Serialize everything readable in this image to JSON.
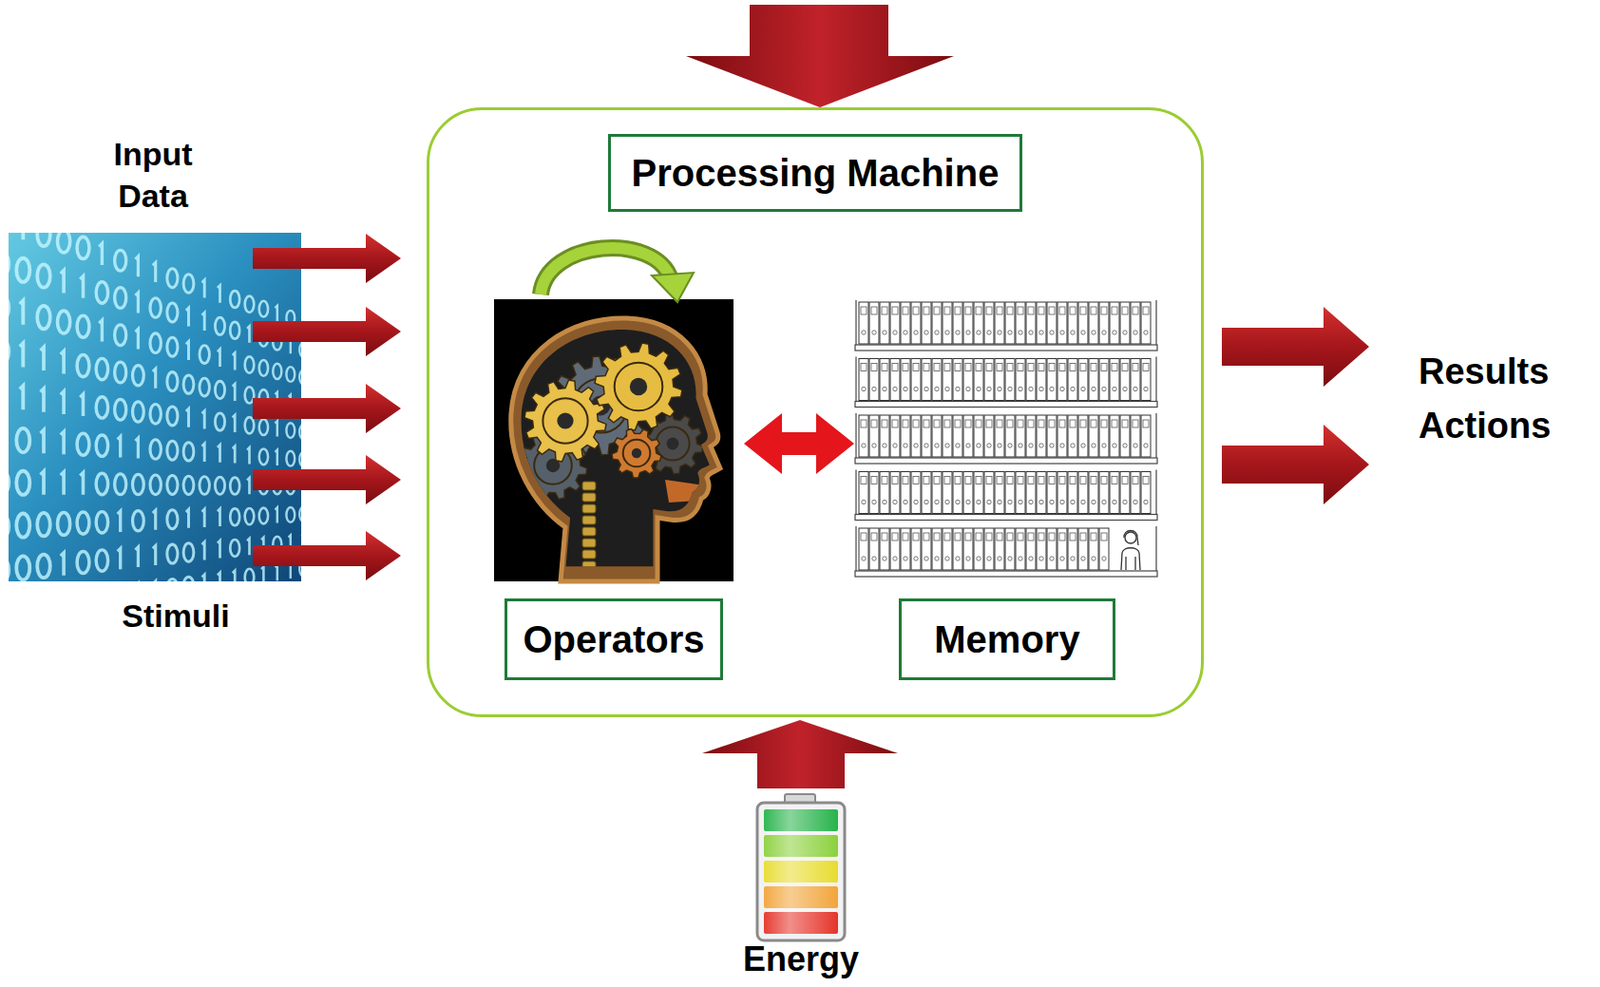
{
  "diagram": {
    "nodes": [
      {
        "text": [
          "Processing Machine"
        ]
      },
      {
        "text": [
          "Operators"
        ],
        "in": 0
      },
      {
        "text": [
          "Memory"
        ],
        "in": 0
      }
    ],
    "edges": [
      {
        "from": 1,
        "to": 2,
        "arrow": "both"
      }
    ],
    "labels": [
      "Input Data",
      "Stimuli",
      "Results",
      "Actions",
      "Energy"
    ]
  }
}
